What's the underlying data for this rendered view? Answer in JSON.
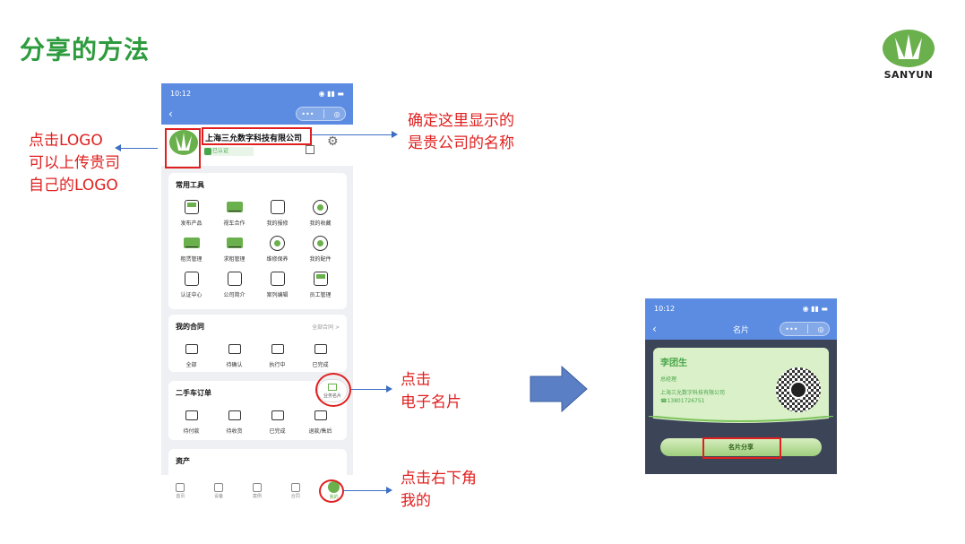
{
  "slide": {
    "title": "分享的方法",
    "brand": "SANYUN"
  },
  "colors": {
    "accent_green": "#2e9b3e",
    "annotation_red": "#e02020",
    "arrow_blue": "#3b6fc4",
    "app_blue": "#5b8ce2"
  },
  "phone1": {
    "status_time": "10:12",
    "company_name": "上海三允数字科技有限公司",
    "verified_label": "已认证",
    "tools": {
      "title": "常用工具",
      "items": [
        {
          "label": "发布产品",
          "icon": "publish-icon"
        },
        {
          "label": "视车合作",
          "icon": "vehicle-cooperation-icon"
        },
        {
          "label": "我的报修",
          "icon": "repair-report-icon"
        },
        {
          "label": "我的收藏",
          "icon": "favorite-icon"
        },
        {
          "label": "租赁管理",
          "icon": "rental-icon"
        },
        {
          "label": "求租管理",
          "icon": "rent-request-icon"
        },
        {
          "label": "维修保养",
          "icon": "maintenance-icon"
        },
        {
          "label": "我的配件",
          "icon": "parts-icon"
        },
        {
          "label": "认证中心",
          "icon": "certification-icon"
        },
        {
          "label": "公司简介",
          "icon": "company-profile-icon"
        },
        {
          "label": "案列编辑",
          "icon": "case-edit-icon"
        },
        {
          "label": "员工管理",
          "icon": "staff-icon"
        }
      ]
    },
    "contracts": {
      "title": "我的合同",
      "all_link": "全部合同 >",
      "items": [
        "全部",
        "待确认",
        "执行中",
        "已完成"
      ]
    },
    "orders": {
      "title": "二手车订单",
      "items": [
        "待付款",
        "待收货",
        "已完成",
        "退款/售后"
      ]
    },
    "assets_title": "资产",
    "fab_label": "业务名片",
    "tabs": [
      "首页",
      "设备",
      "案例",
      "合同",
      "我的"
    ]
  },
  "annotations": {
    "logo": [
      "点击LOGO",
      "可以上传贵司",
      "自己的LOGO"
    ],
    "company": [
      "确定这里显示的",
      "是贵公司的名称"
    ],
    "card": [
      "点击",
      "电子名片"
    ],
    "me": [
      "点击右下角",
      "我的"
    ]
  },
  "phone2": {
    "status_time": "10:12",
    "title": "名片",
    "card": {
      "name": "李团生",
      "position": "总经理",
      "company": "上海三允数字科技有限公司",
      "phone": "13801726751"
    },
    "share_label": "名片分享"
  }
}
